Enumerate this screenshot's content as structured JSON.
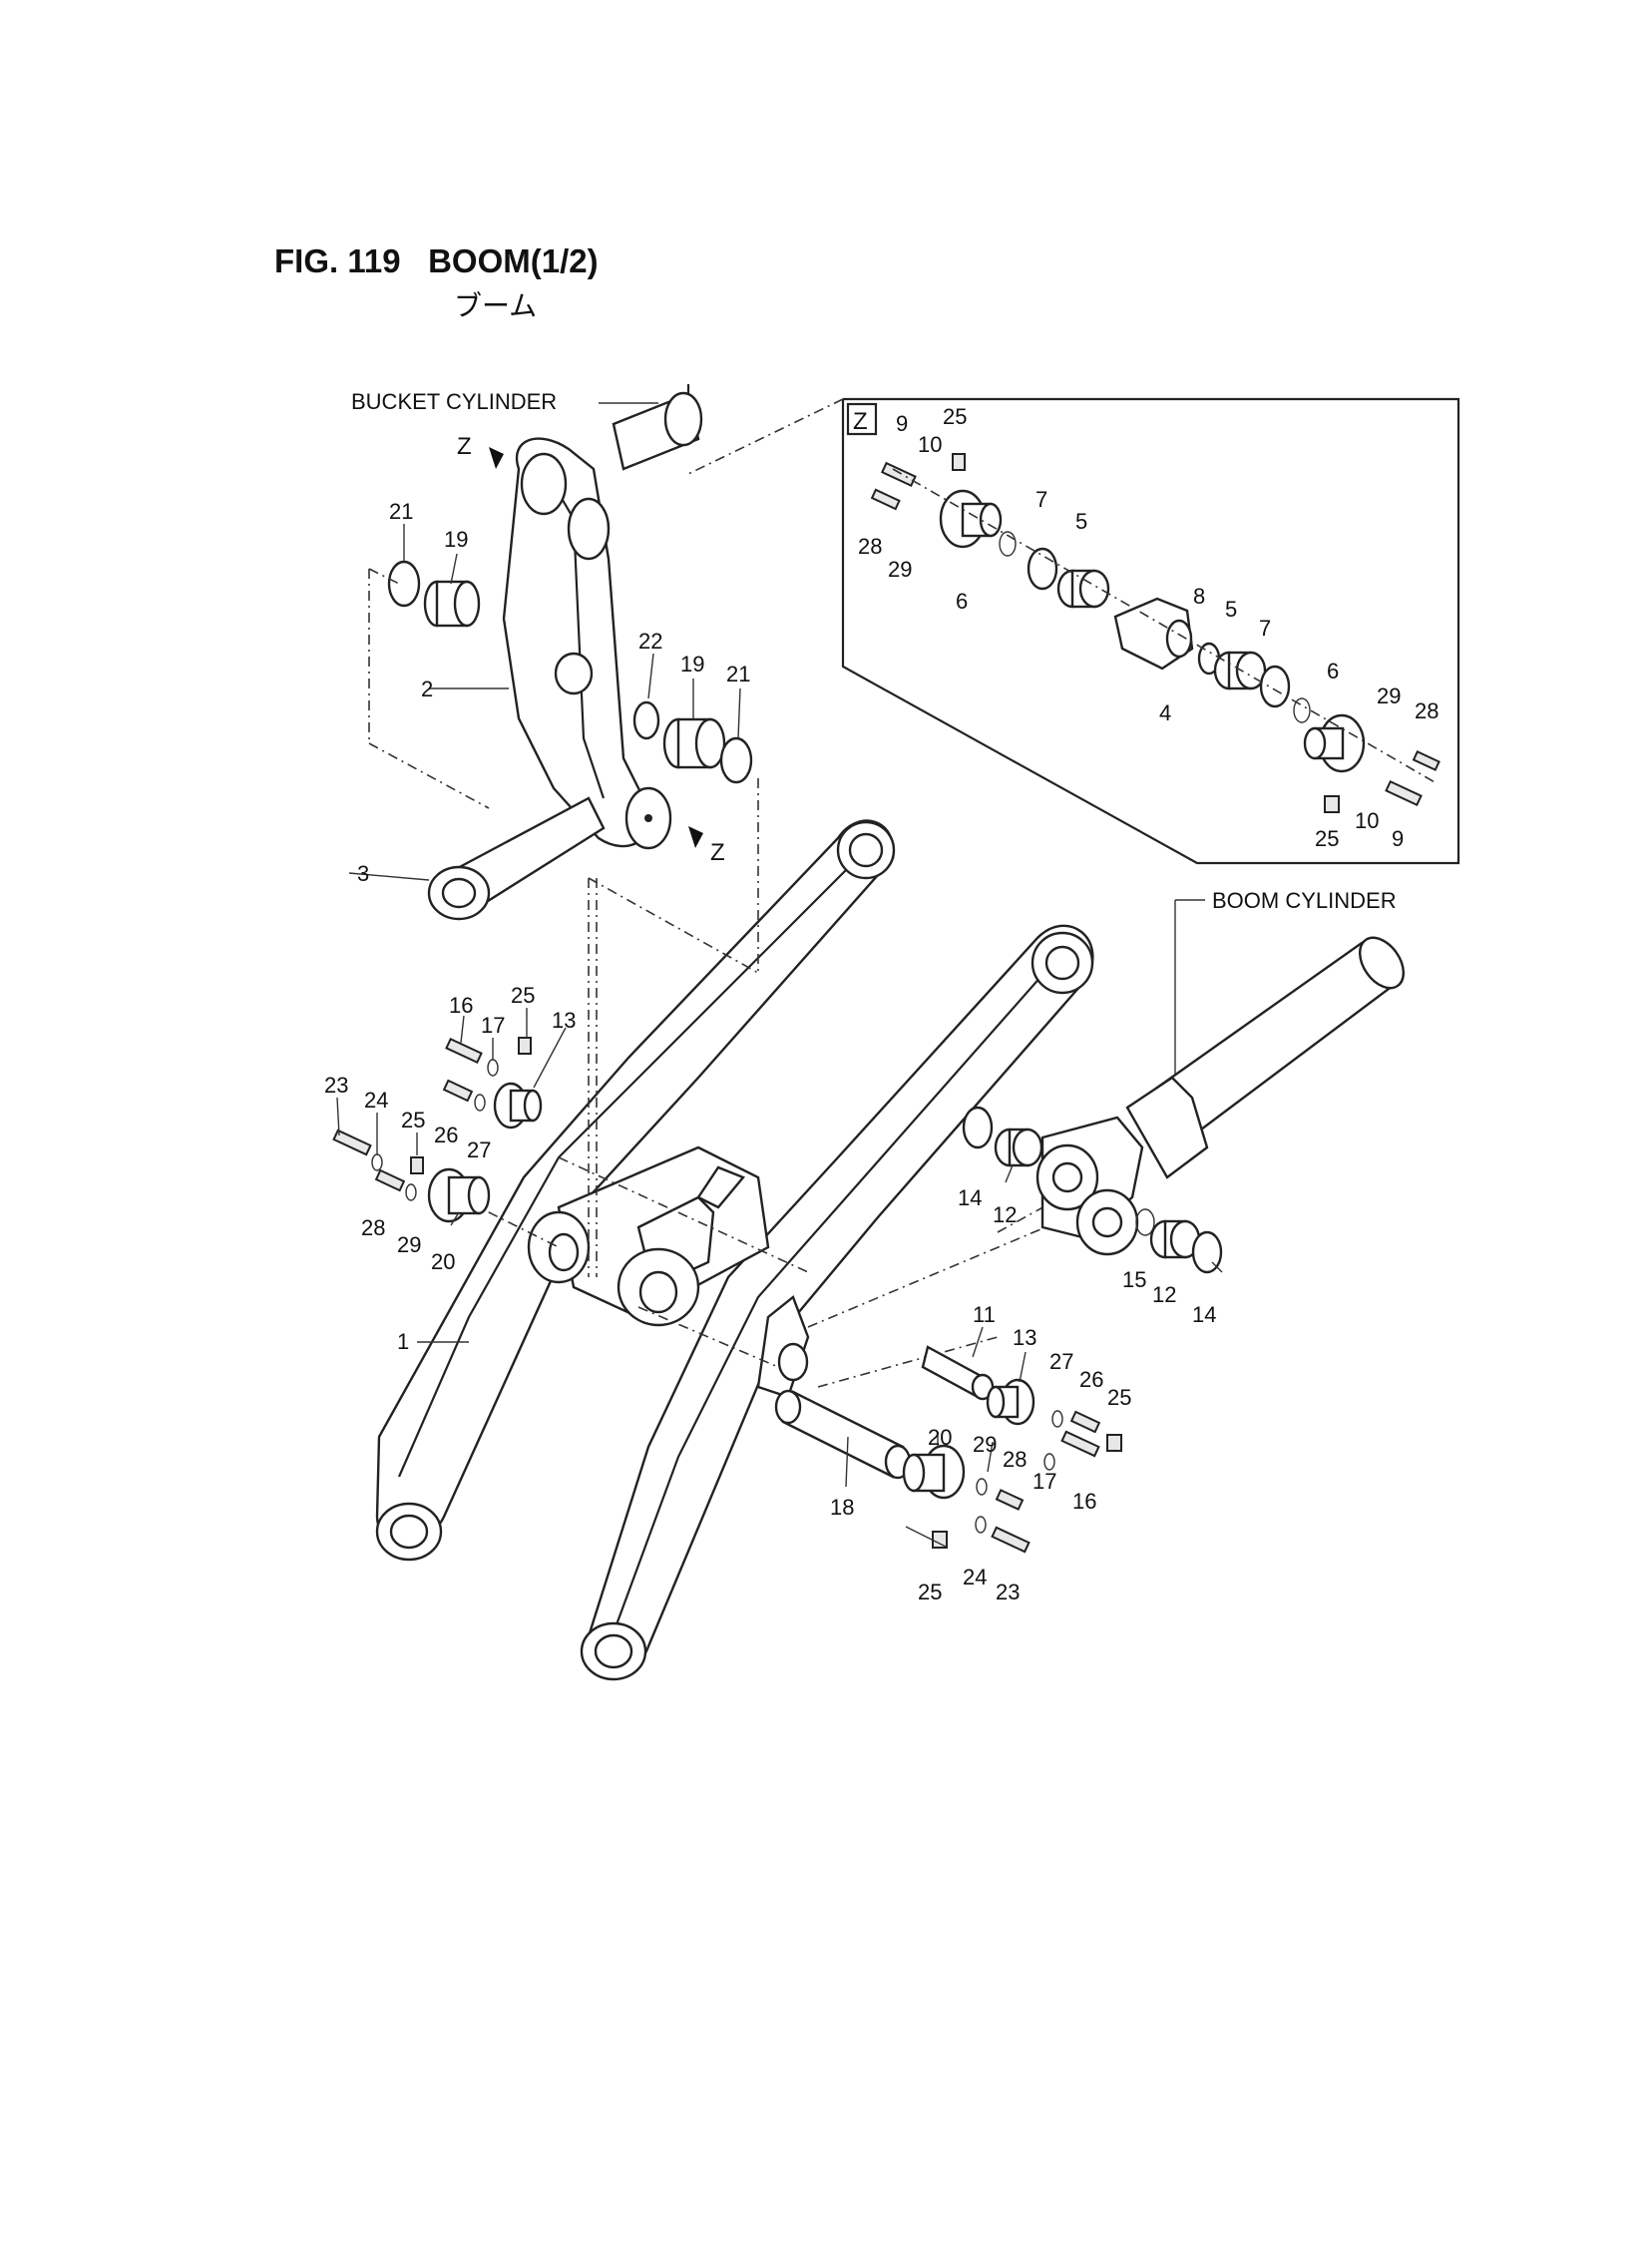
{
  "figure": {
    "number": "FIG. 119",
    "title": "BOOM(1/2)",
    "subtitle": "ブーム"
  },
  "callouts": {
    "bucket_cylinder": "BUCKET CYLINDER",
    "boom_cylinder": "BOOM CYLINDER",
    "detail_view": "Z",
    "view_arrow_top": "Z",
    "view_arrow_bottom": "Z"
  },
  "part_labels": [
    {
      "id": "p21a",
      "text": "21"
    },
    {
      "id": "p19a",
      "text": "19"
    },
    {
      "id": "p2",
      "text": "2"
    },
    {
      "id": "p22",
      "text": "22"
    },
    {
      "id": "p19b",
      "text": "19"
    },
    {
      "id": "p21b",
      "text": "21"
    },
    {
      "id": "p3",
      "text": "3"
    },
    {
      "id": "p16a",
      "text": "16"
    },
    {
      "id": "p25a",
      "text": "25"
    },
    {
      "id": "p17a",
      "text": "17"
    },
    {
      "id": "p13a",
      "text": "13"
    },
    {
      "id": "p23a",
      "text": "23"
    },
    {
      "id": "p24a",
      "text": "24"
    },
    {
      "id": "p25b",
      "text": "25"
    },
    {
      "id": "p26a",
      "text": "26"
    },
    {
      "id": "p27a",
      "text": "27"
    },
    {
      "id": "p28a",
      "text": "28"
    },
    {
      "id": "p29a",
      "text": "29"
    },
    {
      "id": "p20a",
      "text": "20"
    },
    {
      "id": "p1",
      "text": "1"
    },
    {
      "id": "p14a",
      "text": "14"
    },
    {
      "id": "p12a",
      "text": "12"
    },
    {
      "id": "p15",
      "text": "15"
    },
    {
      "id": "p12b",
      "text": "12"
    },
    {
      "id": "p14b",
      "text": "14"
    },
    {
      "id": "p11",
      "text": "11"
    },
    {
      "id": "p13b",
      "text": "13"
    },
    {
      "id": "p27b",
      "text": "27"
    },
    {
      "id": "p26b",
      "text": "26"
    },
    {
      "id": "p25c",
      "text": "25"
    },
    {
      "id": "p20b",
      "text": "20"
    },
    {
      "id": "p29b",
      "text": "29"
    },
    {
      "id": "p28b",
      "text": "28"
    },
    {
      "id": "p17b",
      "text": "17"
    },
    {
      "id": "p16b",
      "text": "16"
    },
    {
      "id": "p18",
      "text": "18"
    },
    {
      "id": "p25d",
      "text": "25"
    },
    {
      "id": "p24b",
      "text": "24"
    },
    {
      "id": "p23b",
      "text": "23"
    },
    {
      "id": "z9a",
      "text": "9"
    },
    {
      "id": "z25a",
      "text": "25"
    },
    {
      "id": "z10a",
      "text": "10"
    },
    {
      "id": "z28a",
      "text": "28"
    },
    {
      "id": "z29a",
      "text": "29"
    },
    {
      "id": "z6a",
      "text": "6"
    },
    {
      "id": "z7a",
      "text": "7"
    },
    {
      "id": "z5a",
      "text": "5"
    },
    {
      "id": "z8",
      "text": "8"
    },
    {
      "id": "z5b",
      "text": "5"
    },
    {
      "id": "z7b",
      "text": "7"
    },
    {
      "id": "z4",
      "text": "4"
    },
    {
      "id": "z6b",
      "text": "6"
    },
    {
      "id": "z29b",
      "text": "29"
    },
    {
      "id": "z28b",
      "text": "28"
    },
    {
      "id": "z10b",
      "text": "10"
    },
    {
      "id": "z25b",
      "text": "25"
    },
    {
      "id": "z9b",
      "text": "9"
    }
  ]
}
